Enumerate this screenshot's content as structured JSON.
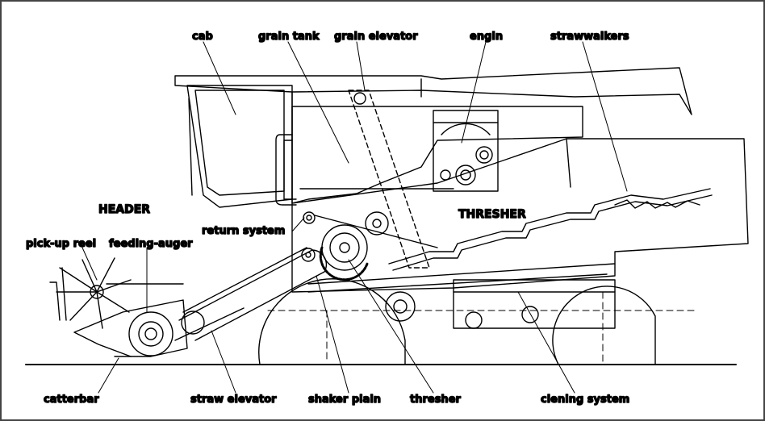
{
  "labels": {
    "cab": "cab",
    "grain_tank": "grain tank",
    "grain_elevator": "grain elevator",
    "engin": "engin",
    "strawwalkers": "strawwalkers",
    "header": "HEADER",
    "thresher_section": "THRESHER",
    "return_system": "return system",
    "pick_up_reel": "pick-up reel",
    "feeding_auger": "feeding-auger",
    "catterbar": "catterbar",
    "straw_elevator": "straw elevator",
    "shaker_plain": "shaker plain",
    "thresher": "thresher",
    "clening_system": "clening system"
  }
}
